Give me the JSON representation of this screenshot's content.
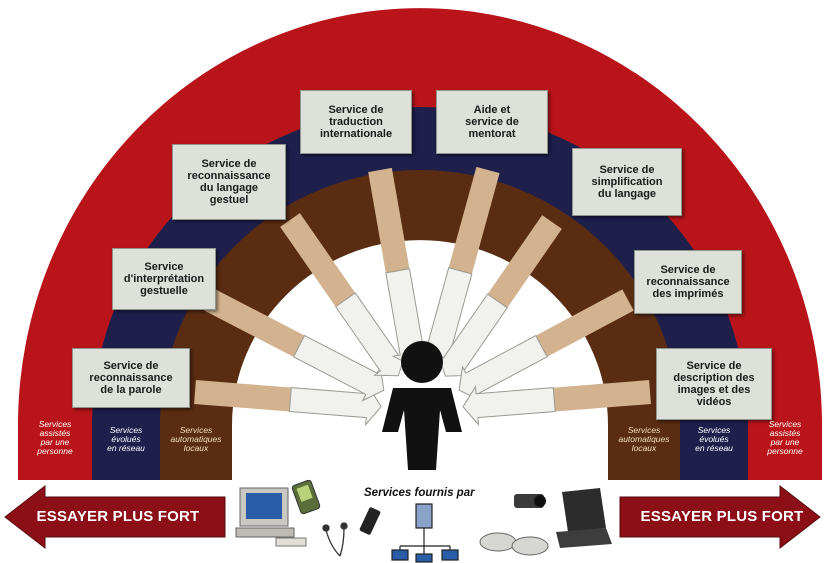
{
  "colors": {
    "outer_red": "#b8141a",
    "navy": "#1f1f4c",
    "brown": "#5a2c12",
    "arrow_fill": "#d3b38f",
    "arrow_white": "#f1f1ee",
    "box_fill": "#dde1d9"
  },
  "services": [
    "Service de\nreconnaissance\nde la parole",
    "Service\nd'interprétation\ngestuelle",
    "Service de\nreconnaissance\ndu langage\ngestuel",
    "Service de\ntraduction\ninternationale",
    "Aide et\nservice de\nmentorat",
    "Service de\nsimplification\ndu langage",
    "Service de\nreconnaissance\ndes imprimés",
    "Service de\ndescription des\nimages et des\nvidéos"
  ],
  "left_tags": [
    "Services\nassistés\npar une\npersonne",
    "Services\névolués\nen réseau",
    "Services\nautomatiques\nlocaux"
  ],
  "right_tags": [
    "Services\nautomatiques\nlocaux",
    "Services\névolués\nen réseau",
    "Services\nassistés\npar une\npersonne"
  ],
  "bottom": {
    "left_arrow": "ESSAYER PLUS FORT",
    "right_arrow": "ESSAYER PLUS FORT",
    "services_label": "Services fournis par"
  },
  "center_icon": "person-silhouette-icon",
  "device_icons": [
    "desktop-computer-icon",
    "pda-icon",
    "earphones-icon",
    "mobile-phone-icon",
    "network-icon",
    "camera-icon",
    "glasses-icon",
    "laptop-icon"
  ]
}
